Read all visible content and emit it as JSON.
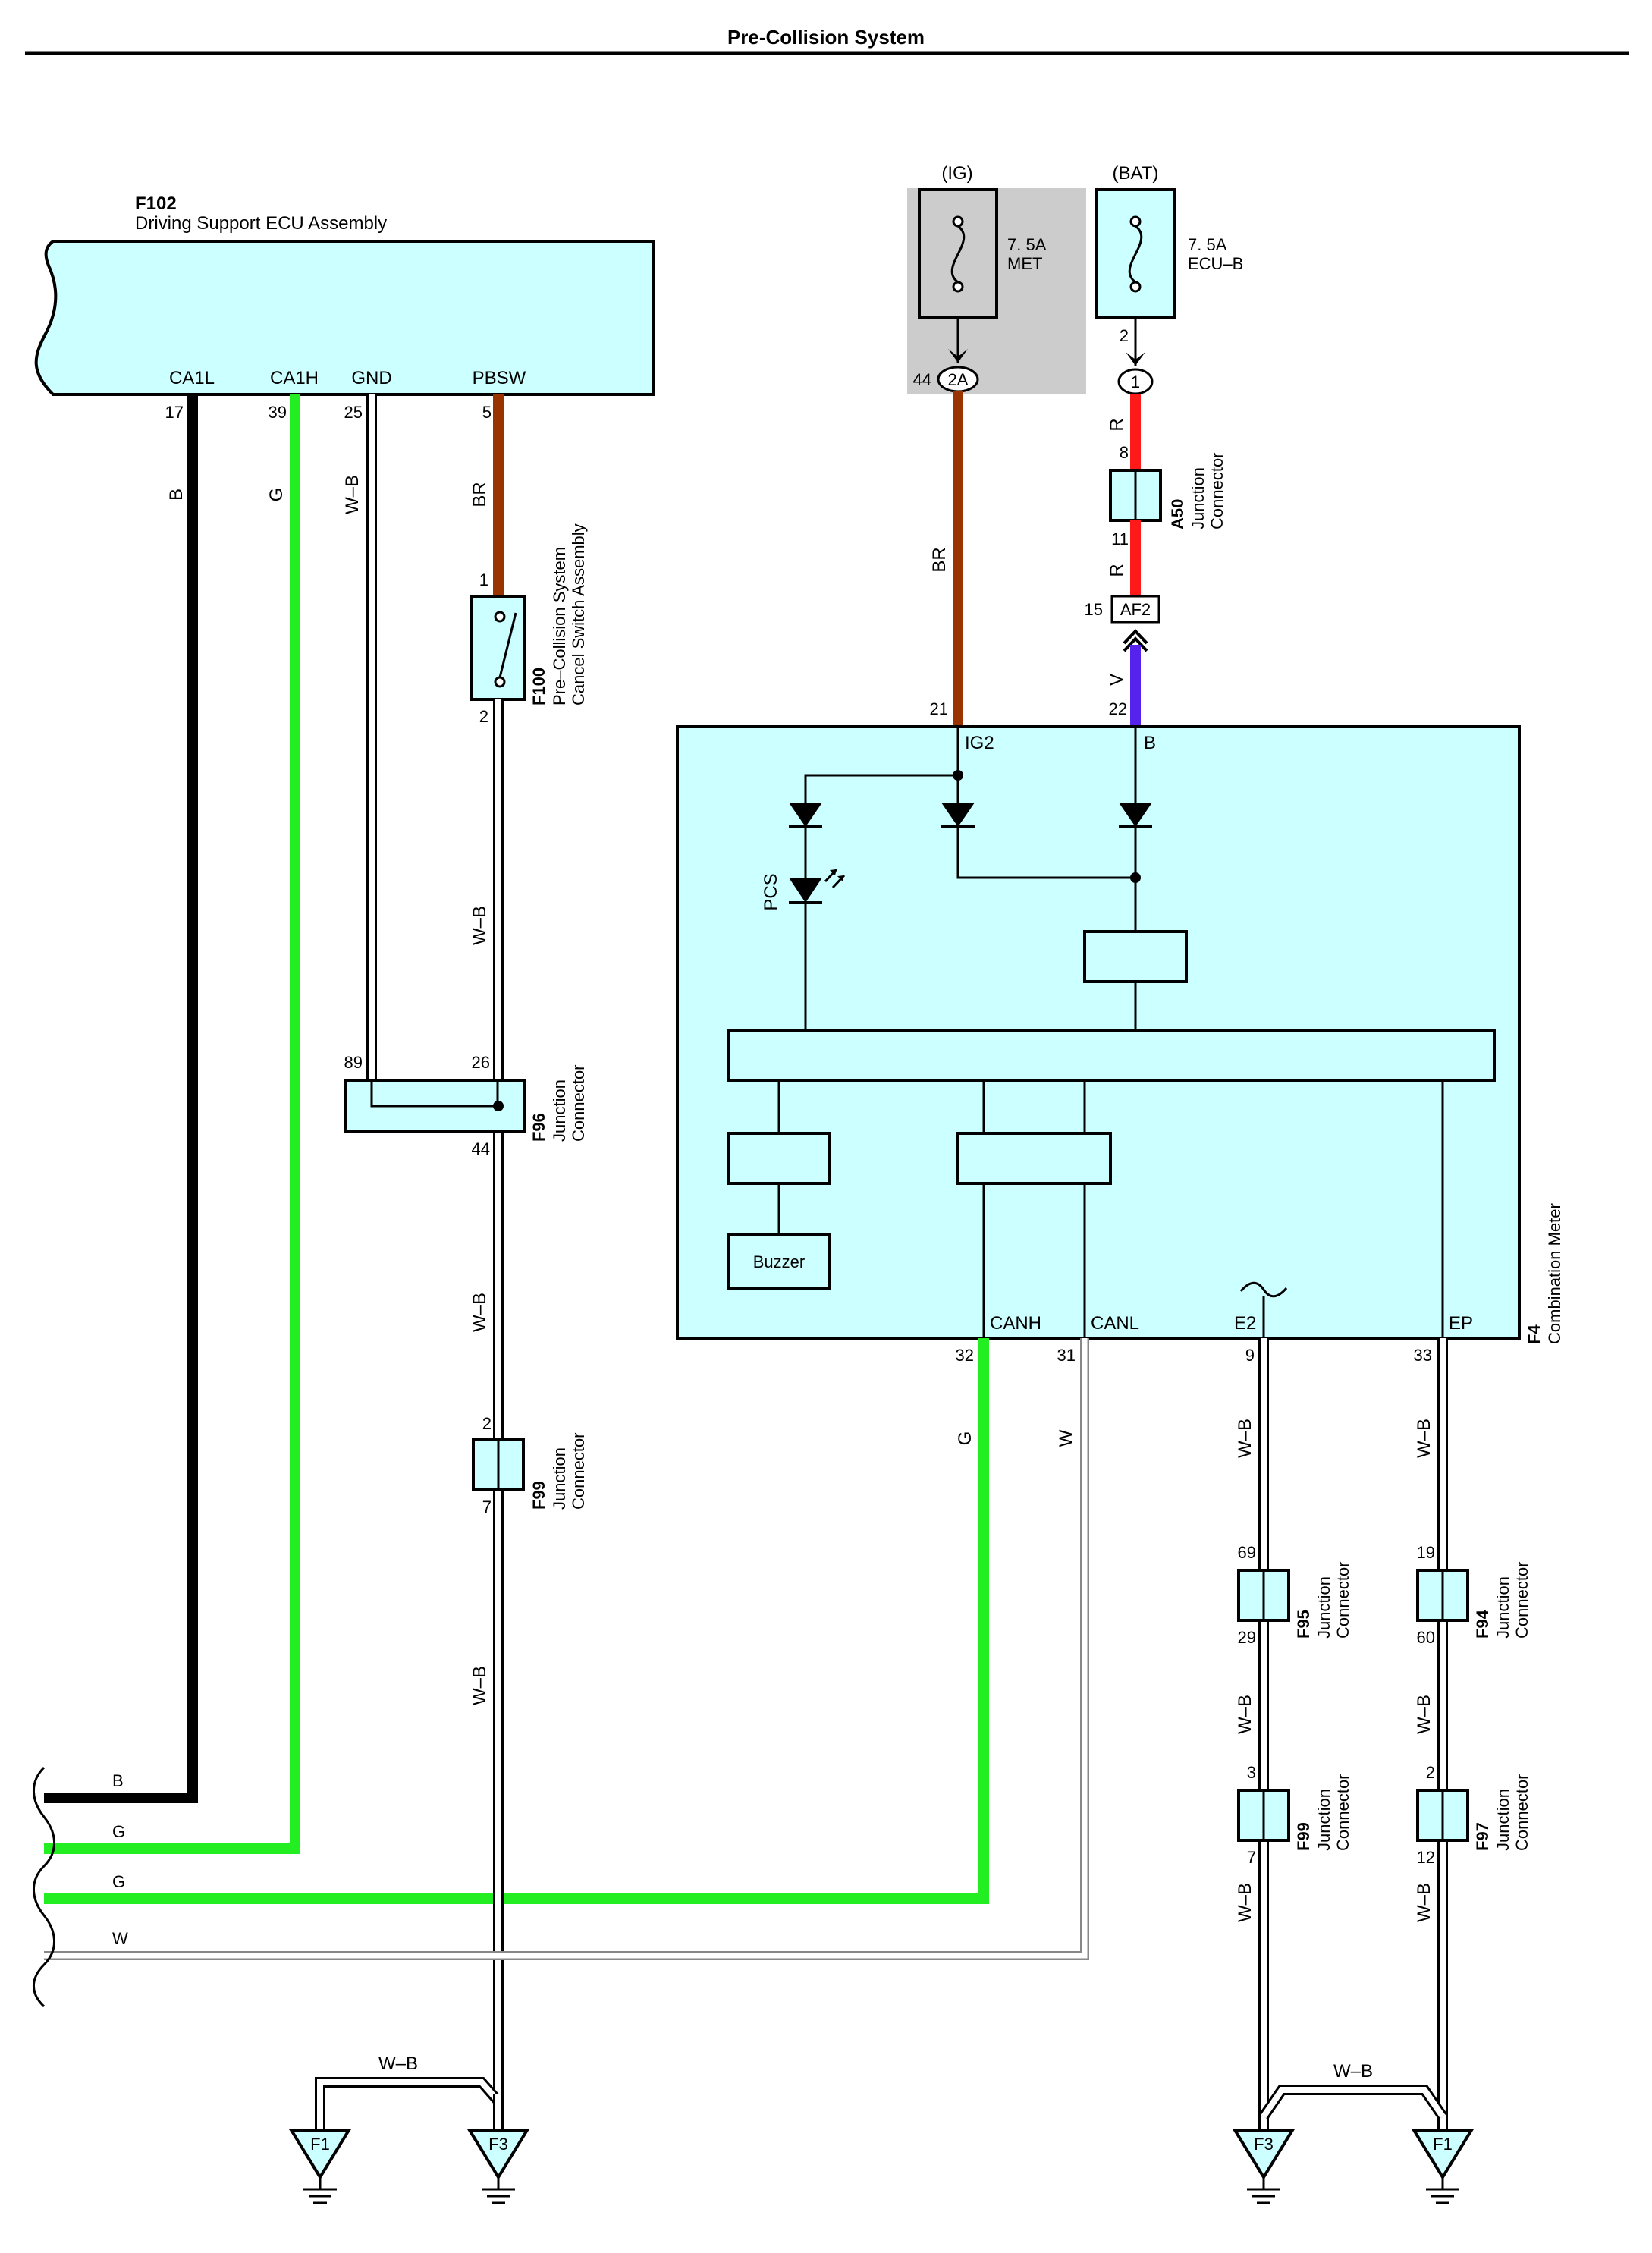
{
  "title": "Pre-Collision System",
  "colors": {
    "component_fill": "#ccffff",
    "wire_black": "#000000",
    "wire_green": "#22ee22",
    "wire_brown": "#993300",
    "wire_red": "#ff1a1a",
    "wire_violet": "#5522ee",
    "wire_white_edge": "#888888",
    "fuse_group_bg": "#cccccc"
  },
  "ecu": {
    "code": "F102",
    "name": "Driving Support ECU Assembly",
    "terminals": [
      "CA1L",
      "CA1H",
      "GND",
      "PBSW"
    ],
    "pins": [
      "17",
      "39",
      "25",
      "5"
    ],
    "wire_codes": [
      "B",
      "G",
      "W–B",
      "BR"
    ]
  },
  "cancel_switch": {
    "code": "F100",
    "name_line1": "Pre–Collision System",
    "name_line2": "Cancel Switch Assembly",
    "pin_top": "1",
    "pin_bottom": "2",
    "wire_below": "W–B"
  },
  "junction_f96": {
    "code": "F96",
    "line1": "Junction",
    "line2": "Connector",
    "pin_left": "89",
    "pin_right": "26",
    "pin_bottom": "44",
    "wire_below": "W–B"
  },
  "junction_f99_left": {
    "code": "F99",
    "line1": "Junction",
    "line2": "Connector",
    "pin_top": "2",
    "pin_bottom": "7",
    "wire_below": "W–B"
  },
  "fuse_ig": {
    "supply": "(IG)",
    "rating": "7. 5A",
    "name": "MET",
    "pin": "44",
    "connector": "2A",
    "wire": "BR"
  },
  "fuse_bat": {
    "supply": "(BAT)",
    "rating": "7. 5A",
    "name": "ECU–B",
    "pin": "2",
    "connector": "1",
    "wire": "R"
  },
  "junction_a50": {
    "code": "A50",
    "line1": "Junction",
    "line2": "Connector",
    "pin_top": "8",
    "pin_bottom": "11",
    "wire_below": "R"
  },
  "connector_af2": {
    "label": "AF2",
    "pin": "15",
    "wire_below": "V"
  },
  "meter": {
    "code": "F4",
    "name": "Combination Meter",
    "top_terminals": [
      "IG2",
      "B"
    ],
    "top_pins": [
      "21",
      "22"
    ],
    "pcs_label": "PCS",
    "buzzer_label": "Buzzer",
    "bottom_terminals": [
      "CANH",
      "CANL",
      "E2",
      "EP"
    ],
    "bottom_pins": [
      "32",
      "31",
      "9",
      "33"
    ],
    "bottom_wires": [
      "G",
      "W",
      "W–B",
      "W–B"
    ]
  },
  "junction_f95": {
    "code": "F95",
    "line1": "Junction",
    "line2": "Connector",
    "pin_top": "69",
    "pin_bottom": "29",
    "wire_below": "W–B"
  },
  "junction_f94": {
    "code": "F94",
    "line1": "Junction",
    "line2": "Connector",
    "pin_top": "19",
    "pin_bottom": "60",
    "wire_below": "W–B"
  },
  "junction_f99_right": {
    "code": "F99",
    "line1": "Junction",
    "line2": "Connector",
    "pin_top": "3",
    "pin_bottom": "7",
    "wire_below": "W–B"
  },
  "junction_f97": {
    "code": "F97",
    "line1": "Junction",
    "line2": "Connector",
    "pin_top": "2",
    "pin_bottom": "12",
    "wire_below": "W–B"
  },
  "bus_wires": [
    "B",
    "G",
    "G",
    "W"
  ],
  "grounds": {
    "left_pair_wire": "W–B",
    "right_pair_wire": "W–B",
    "labels": [
      "F1",
      "F3",
      "F3",
      "F1"
    ]
  }
}
